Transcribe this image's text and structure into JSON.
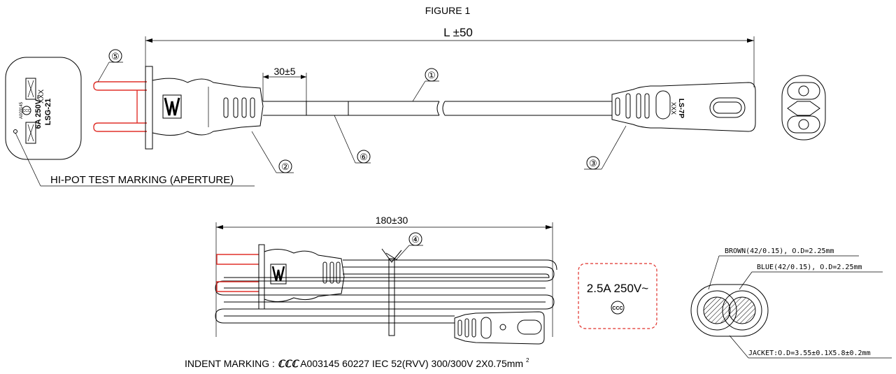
{
  "figure": {
    "title": "FIGURE 1",
    "length_label": "L ±50",
    "dim_30": "30±5",
    "dim_180": "180±30"
  },
  "callouts": {
    "c1": "①",
    "c2": "②",
    "c3": "③",
    "c4": "④",
    "c5": "⑤",
    "c6": "⑥"
  },
  "plug_face": {
    "lines": [
      "XXX",
      "6A 250V~",
      "LSG-21",
      "A003145"
    ],
    "ccc": "CCC"
  },
  "connector_label": {
    "l1": "LS-7P",
    "l2": "XXX"
  },
  "hipot_label": "HI-POT TEST MARKING (APERTURE)",
  "rating_box": {
    "text": "2.5A 250V~",
    "ccc": "CCC"
  },
  "cross_section": {
    "brown": "BROWN(42/0.15), O.D=2.25mm",
    "blue": "BLUE(42/0.15), O.D=2.25mm",
    "jacket": "JACKET:O.D=3.55±0.1X5.8±0.2mm"
  },
  "indent_marking": {
    "prefix": "INDENT MARKING :",
    "body": " A003145 60227 IEC 52(RVV) 300/300V 2X0.75mm",
    "sup": "2"
  }
}
